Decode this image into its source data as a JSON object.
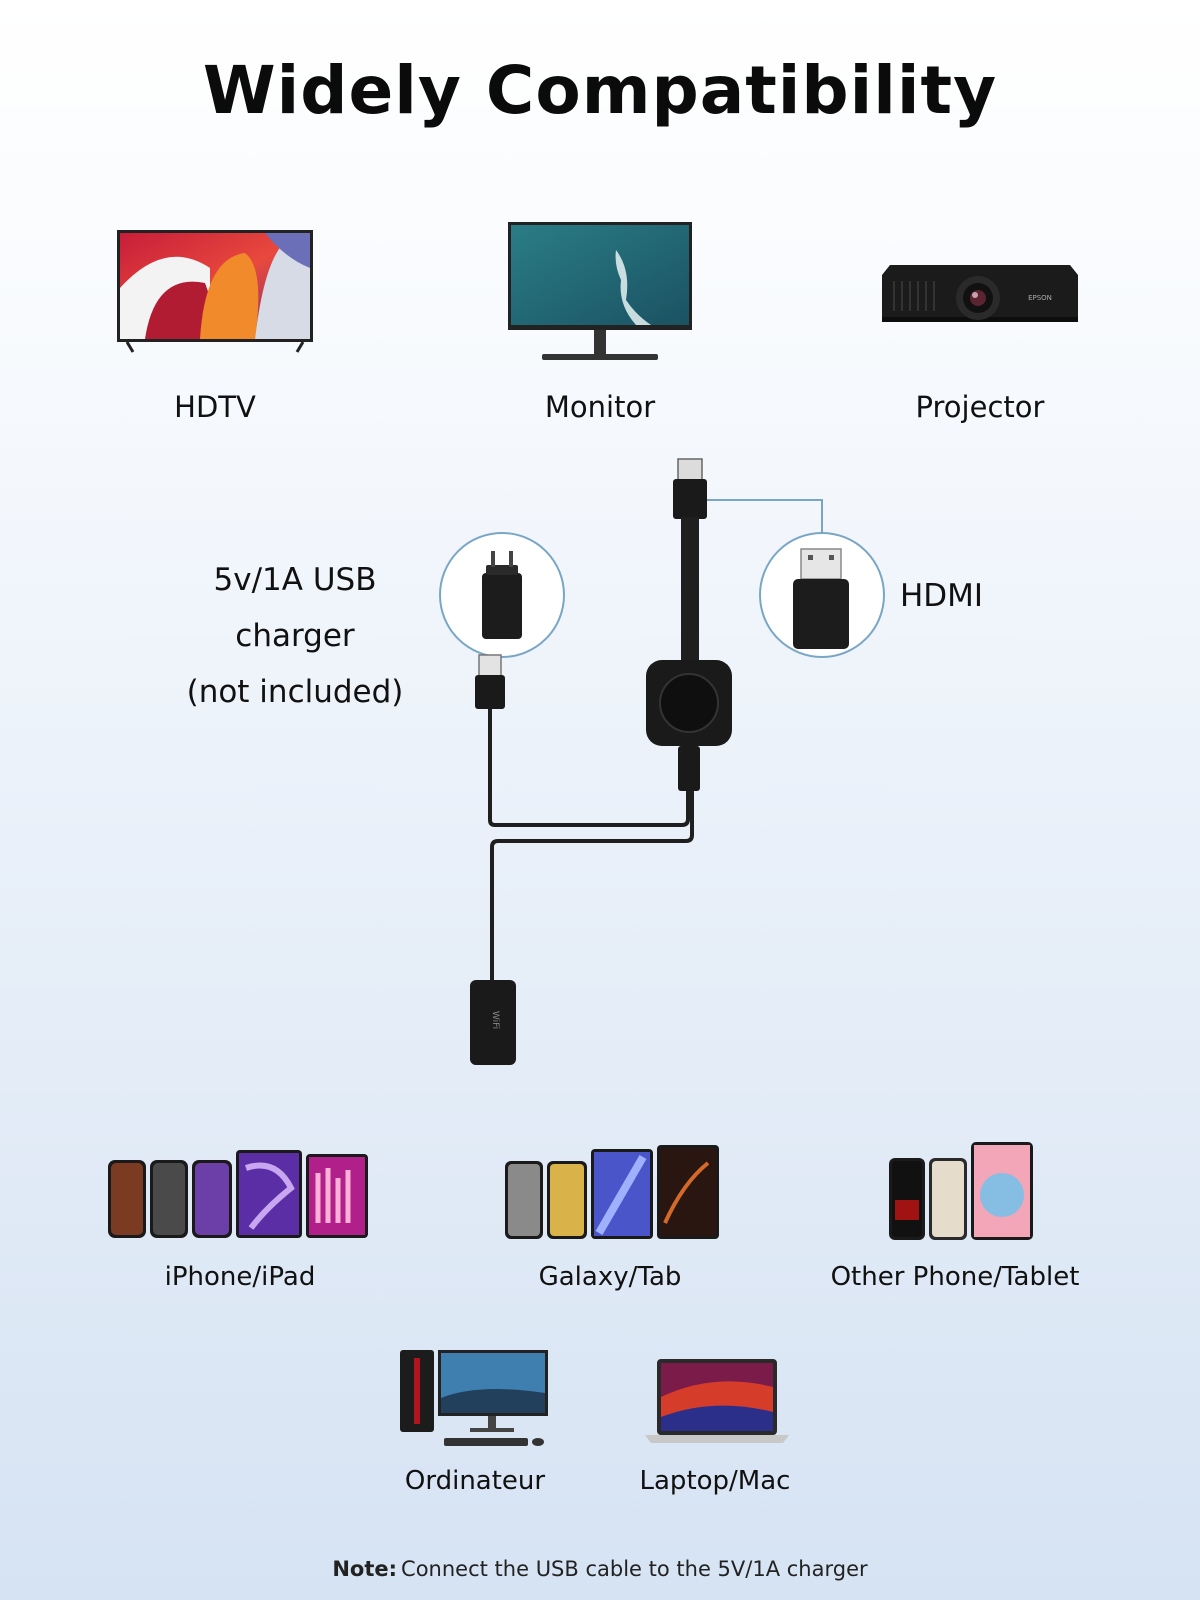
{
  "title": "Widely Compatibility",
  "displays": [
    {
      "label": "HDTV",
      "icon": "hdtv-icon"
    },
    {
      "label": "Monitor",
      "icon": "monitor-icon"
    },
    {
      "label": "Projector",
      "icon": "projector-icon"
    }
  ],
  "projector_brand": "EPSON",
  "diagram": {
    "charger_lines": [
      "5v/1A USB",
      "charger",
      "(not included)"
    ],
    "hdmi_label": "HDMI",
    "adapter_text": "WiFi"
  },
  "sources": [
    {
      "label": "iPhone/iPad"
    },
    {
      "label": "Galaxy/Tab"
    },
    {
      "label": "Other Phone/Tablet"
    },
    {
      "label": "Ordinateur"
    },
    {
      "label": "Laptop/Mac"
    }
  ],
  "note": {
    "prefix": "Note:",
    "text": "Connect the USB cable to the 5V/1A charger"
  },
  "colors": {
    "accent_line": "#7aa6c6",
    "device_black": "#1a1a1a",
    "background_bottom": "#d6e3f3"
  }
}
